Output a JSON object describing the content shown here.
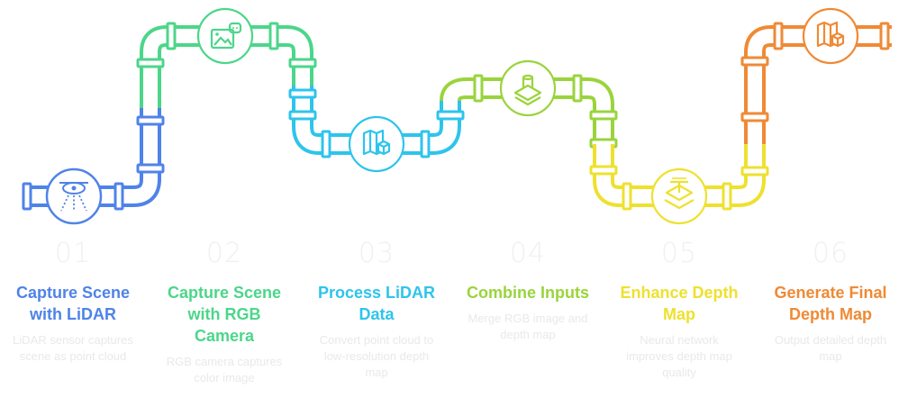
{
  "steps": [
    {
      "number": "01",
      "title": "Capture Scene with LiDAR",
      "description": "LiDAR sensor captures scene as point cloud",
      "color": "#4f83e8",
      "icon": "lidar-sensor-icon"
    },
    {
      "number": "02",
      "title": "Capture Scene with RGB Camera",
      "description": "RGB camera captures color image",
      "color": "#4cd68a",
      "icon": "image-camera-icon"
    },
    {
      "number": "03",
      "title": "Process LiDAR Data",
      "description": "Convert point cloud to low-resolution depth map",
      "color": "#2ec4ec",
      "icon": "map-cube-icon"
    },
    {
      "number": "04",
      "title": "Combine Inputs",
      "description": "Merge RGB image and depth map",
      "color": "#9ad43c",
      "icon": "layers-cylinder-icon"
    },
    {
      "number": "05",
      "title": "Enhance Depth Map",
      "description": "Neural network improves depth map quality",
      "color": "#eee12e",
      "icon": "depth-layers-icon"
    },
    {
      "number": "06",
      "title": "Generate Final Depth Map",
      "description": "Output detailed depth map",
      "color": "#ef8a35",
      "icon": "map-cube-icon"
    }
  ]
}
